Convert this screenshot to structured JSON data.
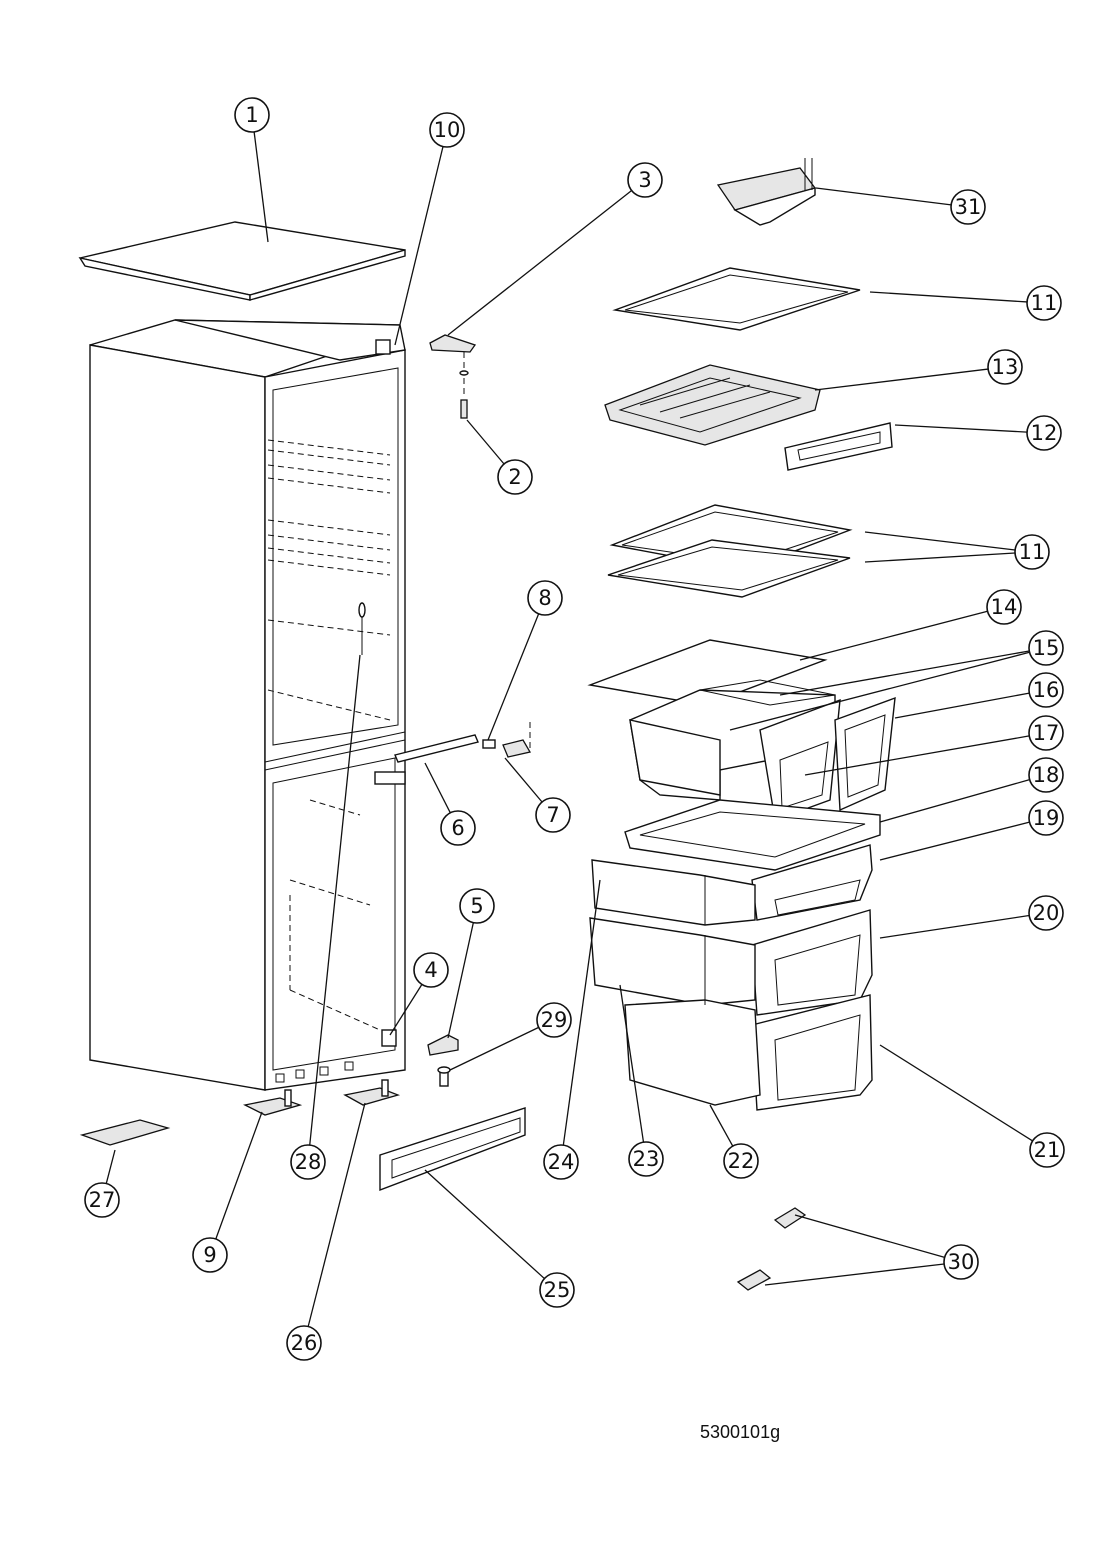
{
  "diagram": {
    "callouts": [
      {
        "id": "c1",
        "label": "1"
      },
      {
        "id": "c10",
        "label": "10"
      },
      {
        "id": "c3",
        "label": "3"
      },
      {
        "id": "c31",
        "label": "31"
      },
      {
        "id": "c11a",
        "label": "11"
      },
      {
        "id": "c13",
        "label": "13"
      },
      {
        "id": "c12",
        "label": "12"
      },
      {
        "id": "c2",
        "label": "2"
      },
      {
        "id": "c11b",
        "label": "11"
      },
      {
        "id": "c8",
        "label": "8"
      },
      {
        "id": "c14",
        "label": "14"
      },
      {
        "id": "c15",
        "label": "15"
      },
      {
        "id": "c16",
        "label": "16"
      },
      {
        "id": "c17",
        "label": "17"
      },
      {
        "id": "c18",
        "label": "18"
      },
      {
        "id": "c19",
        "label": "19"
      },
      {
        "id": "c6",
        "label": "6"
      },
      {
        "id": "c7",
        "label": "7"
      },
      {
        "id": "c20",
        "label": "20"
      },
      {
        "id": "c5",
        "label": "5"
      },
      {
        "id": "c4",
        "label": "4"
      },
      {
        "id": "c29",
        "label": "29"
      },
      {
        "id": "c21",
        "label": "21"
      },
      {
        "id": "c28",
        "label": "28"
      },
      {
        "id": "c24",
        "label": "24"
      },
      {
        "id": "c23",
        "label": "23"
      },
      {
        "id": "c22",
        "label": "22"
      },
      {
        "id": "c27",
        "label": "27"
      },
      {
        "id": "c9",
        "label": "9"
      },
      {
        "id": "c30",
        "label": "30"
      },
      {
        "id": "c25",
        "label": "25"
      },
      {
        "id": "c26",
        "label": "26"
      }
    ],
    "doc_code": "5300101g"
  }
}
